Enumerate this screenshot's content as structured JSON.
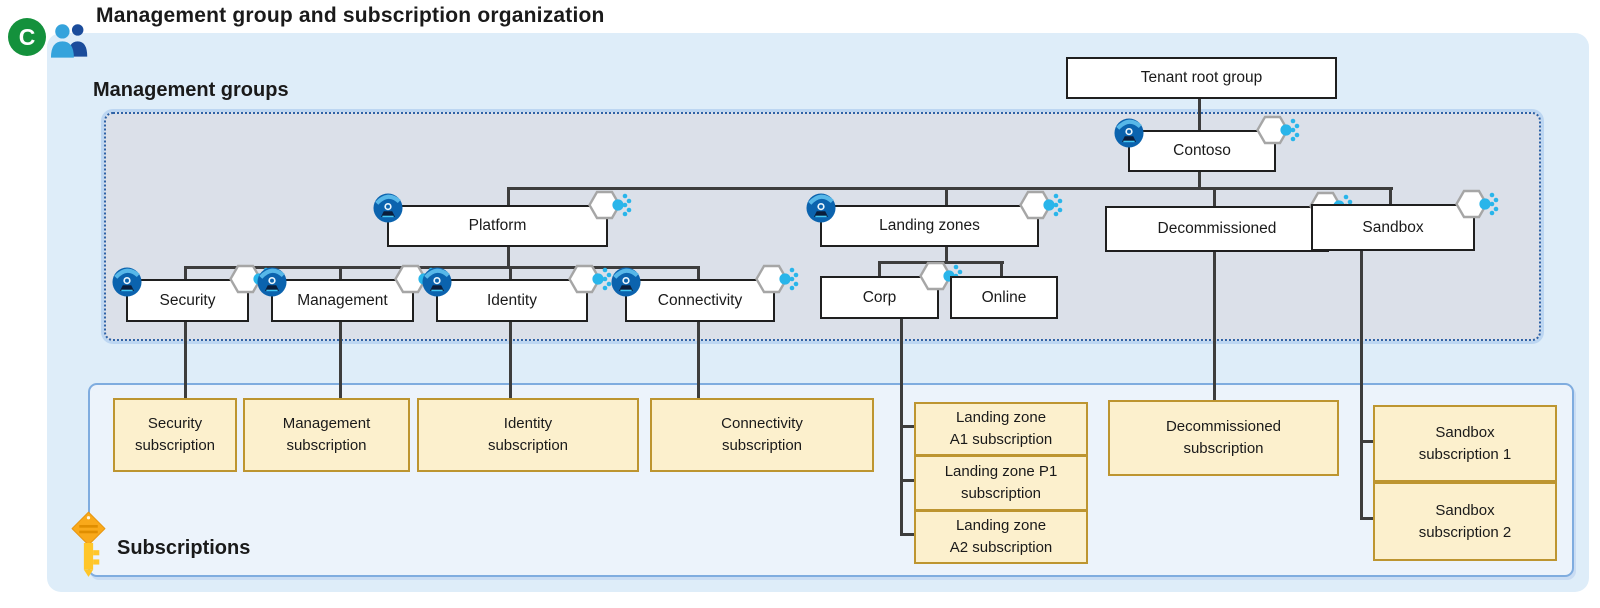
{
  "header": {
    "badge_letter": "C",
    "title": "Management group and subscription organization"
  },
  "labels": {
    "management_groups": "Management groups",
    "subscriptions": "Subscriptions"
  },
  "management_groups": {
    "tenant_root": "Tenant root group",
    "contoso": "Contoso",
    "platform": "Platform",
    "security": "Security",
    "management": "Management",
    "identity": "Identity",
    "connectivity": "Connectivity",
    "landing_zones": "Landing zones",
    "corp": "Corp",
    "online": "Online",
    "decommissioned": "Decommissioned",
    "sandbox": "Sandbox"
  },
  "subscriptions": {
    "security": [
      "Security",
      "subscription"
    ],
    "management": [
      "Management",
      "subscription"
    ],
    "identity": [
      "Identity",
      "subscription"
    ],
    "connectivity": [
      "Connectivity",
      "subscription"
    ],
    "landing_zone_a1": [
      "Landing zone",
      "A1 subscription"
    ],
    "landing_zone_p1": [
      "Landing zone P1",
      "subscription"
    ],
    "landing_zone_a2": [
      "Landing zone",
      "A2 subscription"
    ],
    "decommissioned": [
      "Decommissioned",
      "subscription"
    ],
    "sandbox_1": [
      "Sandbox",
      "subscription 1"
    ],
    "sandbox_2": [
      "Sandbox",
      "subscription 2"
    ]
  },
  "icons": {
    "badge": "letter-c-badge",
    "people": "people-icon",
    "management_group": "management-group-icon",
    "policy": "policy-hexagon-icon",
    "key": "subscription-key-icon"
  },
  "colors": {
    "outer_background": "#DEEDF9",
    "management_container_background": "#DBE0E9",
    "management_container_border": "#2E62A6",
    "subscriptions_container_background": "#ECF3FB",
    "subscriptions_container_border": "#7FACDF",
    "subscription_fill": "#FCF0CD",
    "subscription_border": "#BD9530",
    "node_border": "#1F1F1F",
    "connector": "#3D3D3D",
    "badge_green": "#14913C",
    "accent_cyan": "#29B5EA",
    "mg_icon_blue": "#0B63AE"
  }
}
